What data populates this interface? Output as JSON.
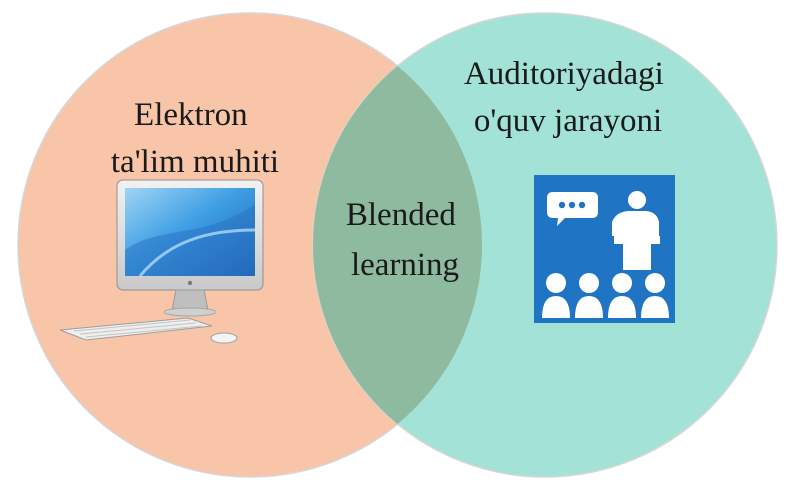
{
  "diagram": {
    "left_set": {
      "label_lines": [
        "Elektron",
        "ta'lim muhiti"
      ],
      "icon": "desktop-computer-icon",
      "color": "#F8C5A9"
    },
    "right_set": {
      "label_lines": [
        "Auditoriyadagi",
        "o'quv jarayoni"
      ],
      "icon": "classroom-presentation-icon",
      "color": "#A2E2D7"
    },
    "intersection": {
      "label_lines": [
        "Blended",
        "learning"
      ],
      "color": "#8EBBA0"
    },
    "outline_color": "#D6D6D6",
    "icon_bg_color": "#1F74C4"
  }
}
